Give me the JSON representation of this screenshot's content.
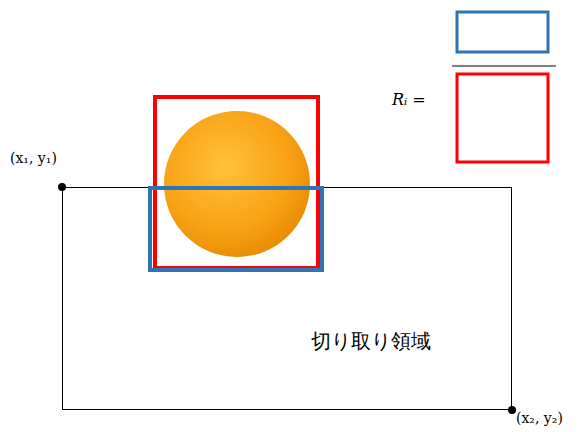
{
  "diagram": {
    "nodes": [
      {
        "text": [
          "切り取り領域"
        ]
      }
    ],
    "labels": [
      "(x₁, y₁)",
      "(x₂, y₂)",
      "Rᵢ ="
    ]
  }
}
